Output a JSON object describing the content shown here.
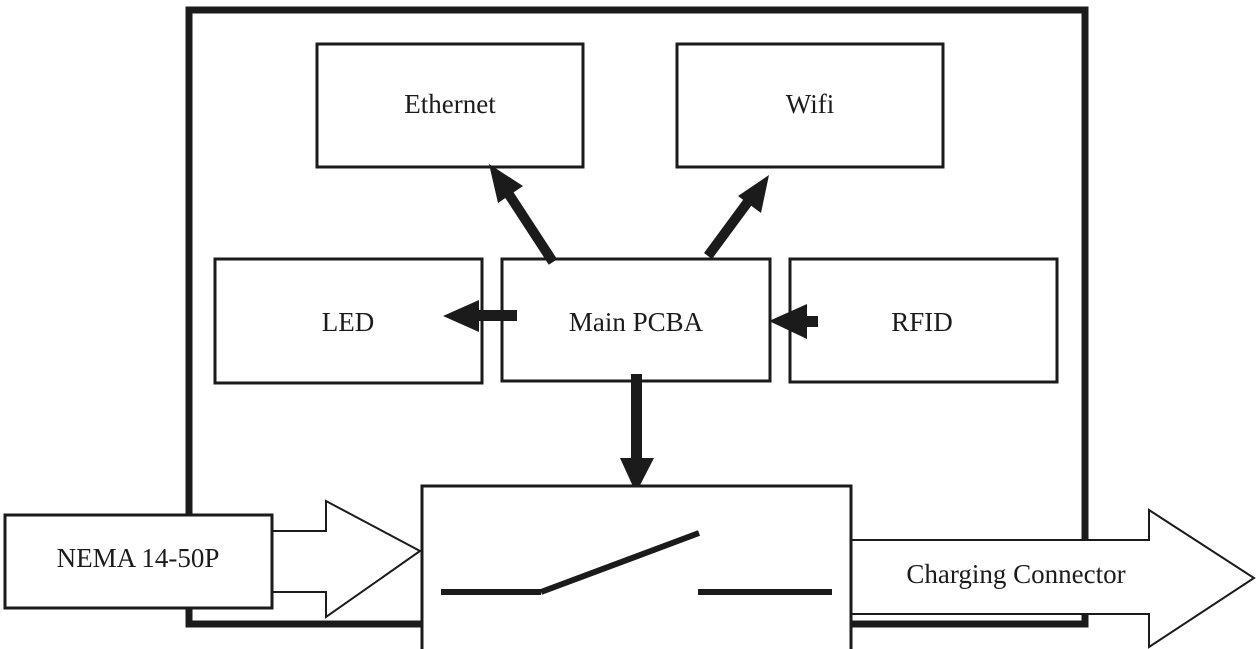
{
  "blocks": {
    "ethernet": "Ethernet",
    "wifi": "Wifi",
    "led": "LED",
    "main": "Main PCBA",
    "rfid": "RFID",
    "input": "NEMA 14-50P",
    "output": "Charging Connector"
  },
  "colors": {
    "stroke": "#1b1b1b",
    "background": "#ffffff"
  }
}
